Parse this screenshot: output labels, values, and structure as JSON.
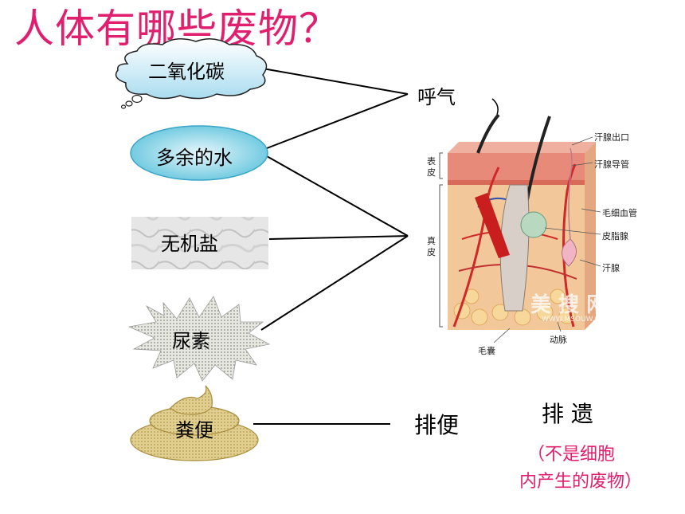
{
  "title": "人体有哪些废物？",
  "wastes": {
    "co2": "二氧化碳",
    "water": "多余的水",
    "salt": "无机盐",
    "urea": "尿素",
    "feces": "粪便"
  },
  "processes": {
    "breathing": "呼气",
    "defecation": "排便",
    "egestion": "排 遗",
    "note_line1": "（不是细胞",
    "note_line2": "内产生的废物）"
  },
  "skin_diagram": {
    "epidermis": "表\n皮",
    "dermis": "真\n皮",
    "sweat_pore": "汗腺出口",
    "sweat_duct": "汗腺导管",
    "capillary": "毛细血管",
    "sebaceous_gland": "皮脂腺",
    "sweat_gland": "汗腺",
    "hair_follicle": "毛囊",
    "artery": "动脉",
    "watermark": "美 搜 网",
    "watermark_url": "WWW.MSOUW.COM"
  }
}
